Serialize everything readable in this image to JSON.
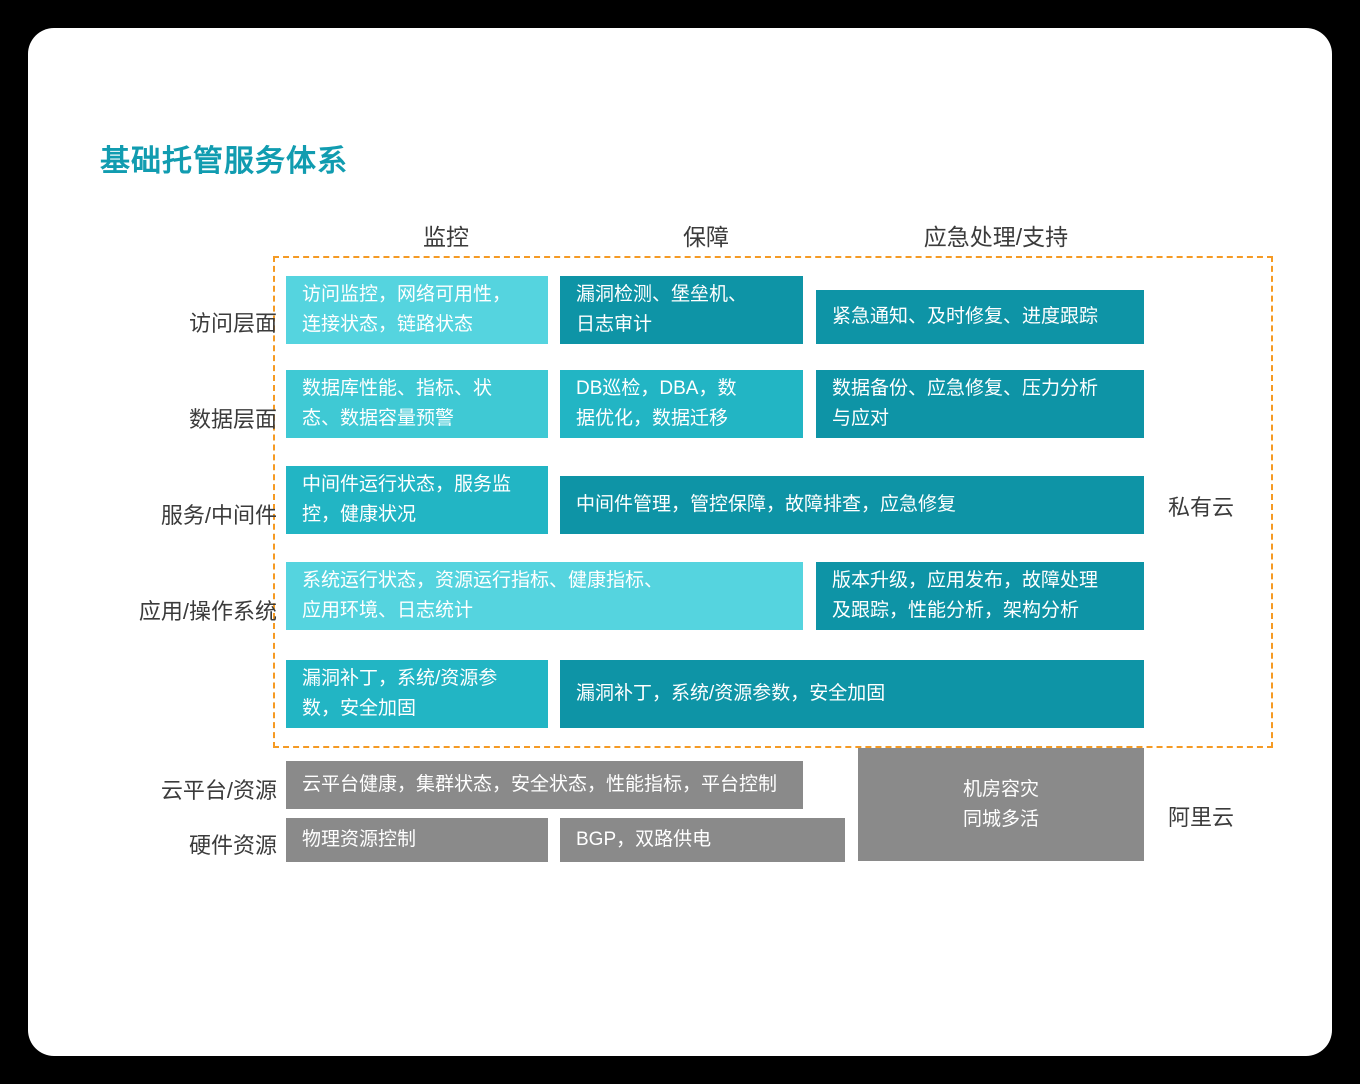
{
  "title": "基础托管服务体系",
  "columns": [
    {
      "label": "监控"
    },
    {
      "label": "保障"
    },
    {
      "label": "应急处理/支持"
    }
  ],
  "rows": [
    {
      "label": "访问层面"
    },
    {
      "label": "数据层面"
    },
    {
      "label": "服务/中间件"
    },
    {
      "label": "应用/操作系统"
    },
    {
      "label": ""
    },
    {
      "label": "云平台/资源"
    },
    {
      "label": "硬件资源"
    }
  ],
  "side_labels": {
    "private_cloud": "私有云",
    "aliyun": "阿里云"
  },
  "cells": {
    "r1c1": "访问监控，网络可用性，连接状态，链路状态",
    "r1c2": "漏洞检测、堡垒机、日志审计",
    "r1c3": "紧急通知、及时修复、进度跟踪",
    "r2c1": "数据库性能、指标、状态、数据容量预警",
    "r2c2": "DB巡检，DBA，数据优化，数据迁移",
    "r2c3": "数据备份、应急修复、压力分析与应对",
    "r3c1": "中间件运行状态，服务监控，健康状况",
    "r3c23": "中间件管理，管控保障，故障排查，应急修复",
    "r4c12": "系统运行状态，资源运行指标、健康指标、应用环境、日志统计",
    "r4c3": "版本升级，应用发布，故障处理及跟踪，性能分析，架构分析",
    "r5c1": "漏洞补丁，系统/资源参数，安全加固",
    "r5c23": "漏洞补丁，系统/资源参数，安全加固",
    "r6c12": "云平台健康，集群状态，安全状态，性能指标，平台控制",
    "r6c3": "机房容灾同城多活",
    "r7c1": "物理资源控制",
    "r7c2": "BGP，双路供电"
  },
  "cell_lines": {
    "r1c1": [
      "访问监控，网络可用性，",
      "连接状态，链路状态"
    ],
    "r1c2": [
      "漏洞检测、堡垒机、",
      "日志审计"
    ],
    "r1c3": [
      "紧急通知、及时修复、进度跟踪"
    ],
    "r2c1": [
      "数据库性能、指标、状",
      "态、数据容量预警"
    ],
    "r2c2": [
      "DB巡检，DBA，数",
      "据优化，数据迁移"
    ],
    "r2c3": [
      "数据备份、应急修复、压力分析",
      "与应对"
    ],
    "r3c1": [
      "中间件运行状态，服务监",
      "控，健康状况"
    ],
    "r3c23": [
      "中间件管理，管控保障，故障排查，应急修复"
    ],
    "r4c12": [
      "系统运行状态，资源运行指标、健康指标、",
      "应用环境、日志统计"
    ],
    "r4c3": [
      "版本升级，应用发布，故障处理",
      "及跟踪，性能分析，架构分析"
    ],
    "r5c1": [
      "漏洞补丁，系统/资源参",
      "数，安全加固"
    ],
    "r5c23": [
      "漏洞补丁，系统/资源参数，安全加固"
    ],
    "r6c12": [
      "云平台健康，集群状态，安全状态，性能指标，平台控制"
    ],
    "r6c3": [
      "机房容灾",
      "同城多活"
    ],
    "r7c1": [
      "物理资源控制"
    ],
    "r7c2": [
      "BGP，双路供电"
    ]
  },
  "colors": {
    "title": "#119CB0",
    "dashed_border": "#F59A23",
    "light": "#55D4DF",
    "mid": "#3FC9D4",
    "strong": "#22B5C4",
    "deep": "#0E94A6",
    "gray": "#8A8A8A",
    "text_dark": "#3B3B3B",
    "card": "#FFFFFF",
    "page": "#000000"
  }
}
